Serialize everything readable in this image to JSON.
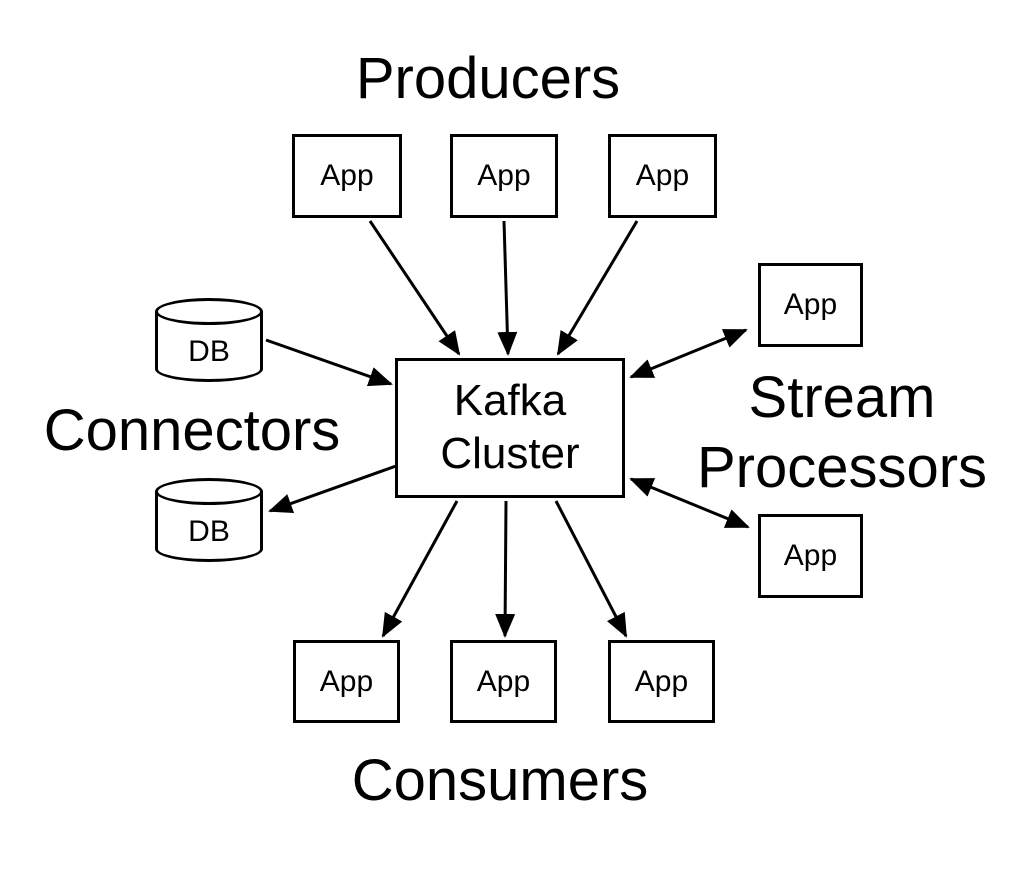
{
  "diagram": {
    "background": "#ffffff",
    "stroke_color": "#000000",
    "center_node": {
      "label": "Kafka Cluster"
    },
    "producers": {
      "title": "Producers",
      "nodes": [
        {
          "label": "App"
        },
        {
          "label": "App"
        },
        {
          "label": "App"
        }
      ]
    },
    "connectors": {
      "title": "Connectors",
      "nodes": [
        {
          "label": "DB"
        },
        {
          "label": "DB"
        }
      ]
    },
    "stream_processors": {
      "title": "Stream Processors",
      "nodes": [
        {
          "label": "App"
        },
        {
          "label": "App"
        }
      ]
    },
    "consumers": {
      "title": "Consumers",
      "nodes": [
        {
          "label": "App"
        },
        {
          "label": "App"
        },
        {
          "label": "App"
        }
      ]
    },
    "edges": [
      {
        "from": "producer-app-1",
        "to": "kafka-cluster",
        "type": "one-way"
      },
      {
        "from": "producer-app-2",
        "to": "kafka-cluster",
        "type": "one-way"
      },
      {
        "from": "producer-app-3",
        "to": "kafka-cluster",
        "type": "one-way"
      },
      {
        "from": "connector-db-source",
        "to": "kafka-cluster",
        "type": "one-way"
      },
      {
        "from": "kafka-cluster",
        "to": "connector-db-sink",
        "type": "one-way"
      },
      {
        "from": "kafka-cluster",
        "to": "stream-app-1",
        "type": "two-way"
      },
      {
        "from": "kafka-cluster",
        "to": "stream-app-2",
        "type": "two-way"
      },
      {
        "from": "kafka-cluster",
        "to": "consumer-app-1",
        "type": "one-way"
      },
      {
        "from": "kafka-cluster",
        "to": "consumer-app-2",
        "type": "one-way"
      },
      {
        "from": "kafka-cluster",
        "to": "consumer-app-3",
        "type": "one-way"
      }
    ]
  }
}
